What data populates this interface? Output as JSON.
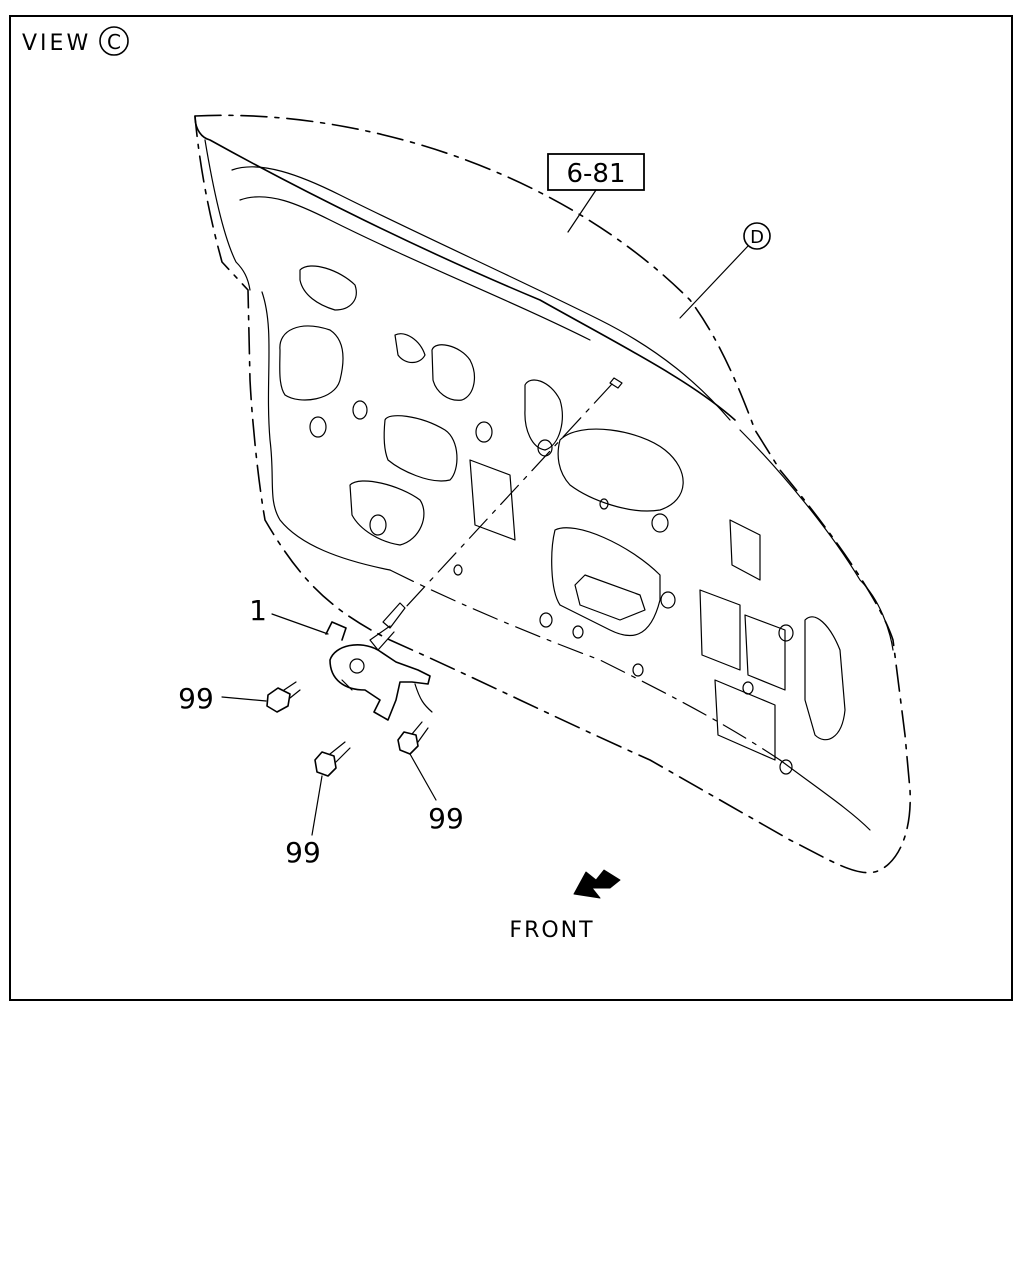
{
  "view": {
    "label": "VIEW",
    "circle_letter": "C"
  },
  "callouts": {
    "ref_box": "6-81",
    "circle_d": "D",
    "part_1": "1",
    "bolt_a": "99",
    "bolt_b": "99",
    "bolt_c": "99"
  },
  "direction": {
    "label": "FRONT"
  },
  "icons": {
    "front_arrow": "arrow-icon"
  }
}
